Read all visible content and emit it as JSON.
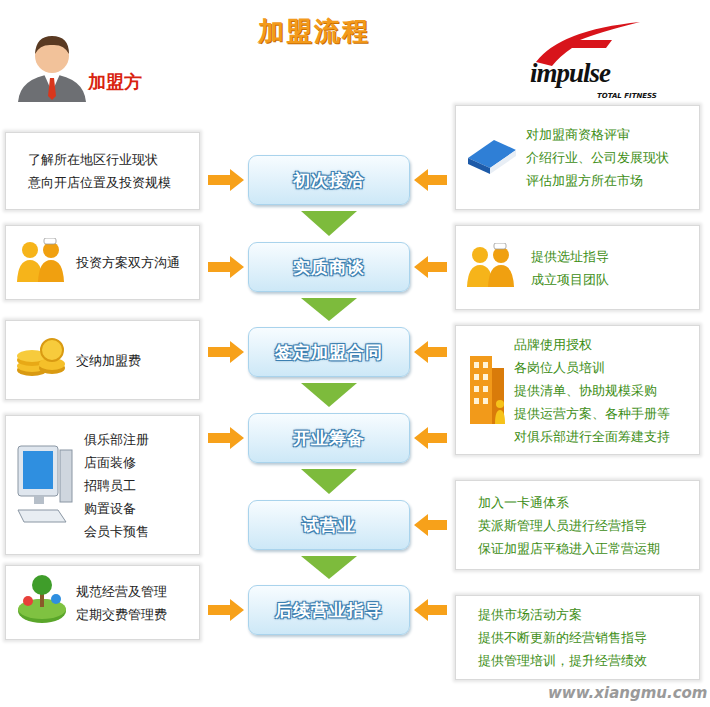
{
  "diagram": {
    "title": "加盟流程",
    "nodes": [
      {
        "text": [
          "了解所在地区行业现状",
          "意向开店位置及投资规模"
        ]
      },
      {
        "text": [
          "初次接洽"
        ]
      },
      {
        "text": [
          "对加盟商资格评审",
          "介绍行业、公司发展现状",
          "评估加盟方所在市场"
        ]
      },
      {
        "text": [
          "投资方案双方沟通"
        ]
      },
      {
        "text": [
          "实质商谈"
        ]
      },
      {
        "text": [
          "提供选址指导",
          "成立项目团队"
        ]
      },
      {
        "text": [
          "交纳加盟费"
        ]
      },
      {
        "text": [
          "签定加盟合同"
        ]
      },
      {
        "text": [
          "品牌使用授权",
          "各岗位人员培训",
          "提供清单、协助规模采购",
          "提供运营方案、各种手册等",
          "对俱乐部进行全面筹建支持"
        ]
      },
      {
        "text": [
          "俱乐部注册",
          "店面装修",
          "招聘员工",
          "购置设备",
          "会员卡预售"
        ]
      },
      {
        "text": [
          "开业筹备"
        ]
      },
      {
        "text": [
          "试营业"
        ]
      },
      {
        "text": [
          "加入一卡通体系",
          "英派斯管理人员进行经营指导",
          "保证加盟店平稳进入正常营运期"
        ]
      },
      {
        "text": [
          "规范经营及管理",
          "定期交费管理费"
        ]
      },
      {
        "text": [
          "后续营业指导"
        ]
      },
      {
        "text": [
          "提供市场活动方案",
          "提供不断更新的经营销售指导",
          "提供管理培训，提升经营绩效"
        ]
      }
    ],
    "edges": [
      {
        "from": 0,
        "to": 1,
        "arrow": "to"
      },
      {
        "from": 2,
        "to": 1,
        "arrow": "to"
      },
      {
        "from": 1,
        "to": 4,
        "arrow": "to"
      },
      {
        "from": 3,
        "to": 4,
        "arrow": "to"
      },
      {
        "from": 5,
        "to": 4,
        "arrow": "to"
      },
      {
        "from": 4,
        "to": 7,
        "arrow": "to"
      },
      {
        "from": 6,
        "to": 7,
        "arrow": "to"
      },
      {
        "from": 8,
        "to": 7,
        "arrow": "to"
      },
      {
        "from": 8,
        "to": 10,
        "arrow": "to"
      },
      {
        "from": 7,
        "to": 10,
        "arrow": "to"
      },
      {
        "from": 9,
        "to": 10,
        "arrow": "to"
      },
      {
        "from": 10,
        "to": 11,
        "arrow": "to"
      },
      {
        "from": 12,
        "to": 11,
        "arrow": "to"
      },
      {
        "from": 11,
        "to": 14,
        "arrow": "to"
      },
      {
        "from": 13,
        "to": 14,
        "arrow": "to"
      },
      {
        "from": 15,
        "to": 14,
        "arrow": "to"
      }
    ],
    "labels": [
      "加盟方",
      "impulse",
      "TOTAL FITNESS",
      "www.xiangmu.com"
    ]
  }
}
